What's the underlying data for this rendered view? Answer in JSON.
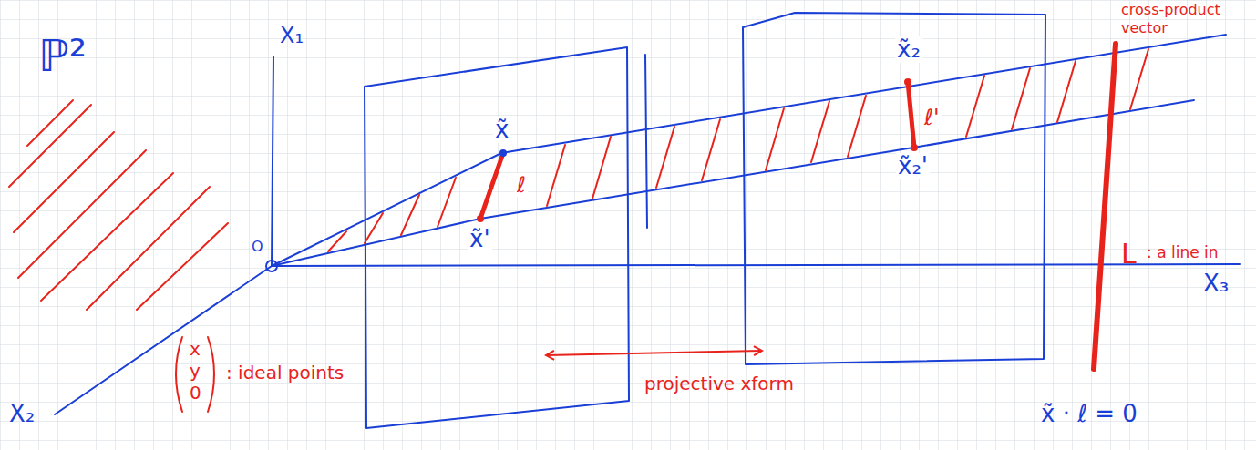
{
  "diagram": {
    "labels": [
      "ℙ²",
      "X₁",
      "X₂",
      "X₃",
      "O",
      "x̃",
      "ℓ",
      "x̃'",
      "x̃₂",
      "ℓ'",
      "x̃₂'",
      "x",
      "y",
      "0",
      ": ideal points",
      "projective xform",
      "cross-product",
      "vector",
      "L",
      ": a line in",
      "x̃ · ℓ = 0"
    ]
  }
}
